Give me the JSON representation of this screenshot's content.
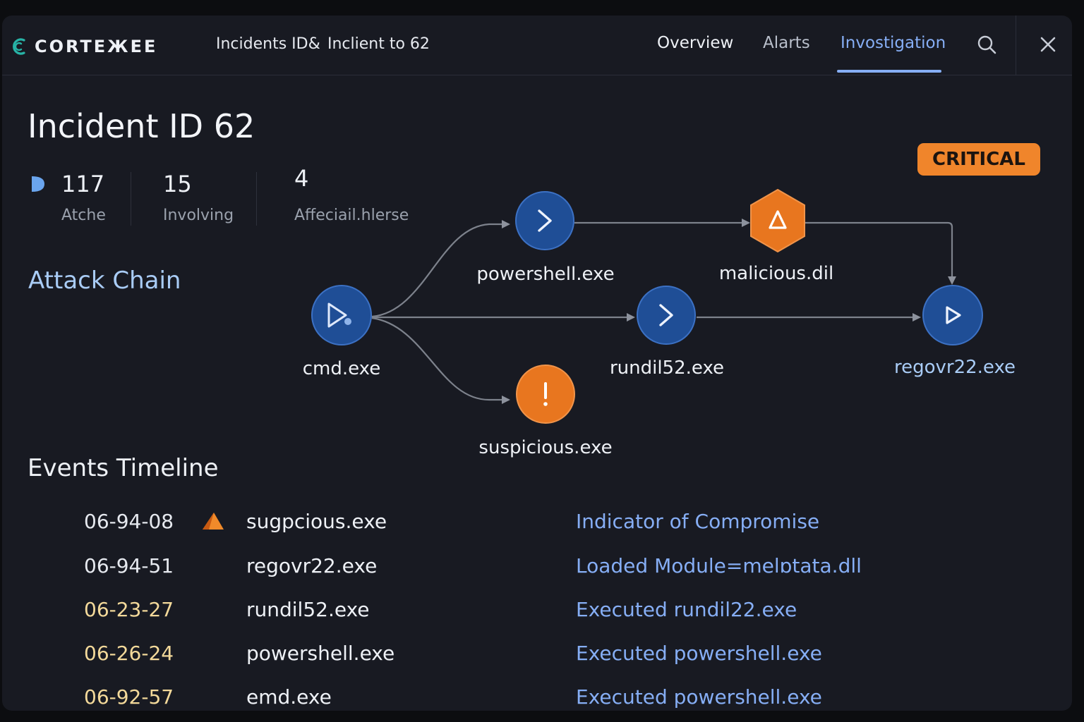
{
  "header": {
    "logo_text": "CORTEЖЕЕ",
    "breadcrumb": [
      "Incidents ID&",
      "Inclient to  62"
    ],
    "tabs": [
      {
        "label": "Overview",
        "state": "normal"
      },
      {
        "label": "Alarts",
        "state": "normal"
      },
      {
        "label": "Invostigation",
        "state": "active"
      }
    ],
    "icons": [
      "search-icon",
      "close-icon"
    ]
  },
  "incident": {
    "title": "Incident ID 62",
    "severity": "CRITICAL",
    "severity_color": "#f0852b",
    "stats": [
      {
        "value": "117",
        "label": "Atche"
      },
      {
        "value": "15",
        "label": "Involving"
      },
      {
        "value": "4",
        "label": "Affeciail.hlerse"
      }
    ]
  },
  "attack_chain": {
    "title": "Attack Chain",
    "nodes": [
      {
        "id": "cmd",
        "label": "cmd.exe",
        "kind": "process",
        "icon": "play-icon",
        "color": "#1f4e96"
      },
      {
        "id": "powershell",
        "label": "powershell.exe",
        "kind": "process",
        "icon": "chevron-right-icon",
        "color": "#1f4e96"
      },
      {
        "id": "malicious",
        "label": "malicious.dil",
        "kind": "threat",
        "icon": "warning-triangle-icon",
        "color": "#e8761f"
      },
      {
        "id": "rundil",
        "label": "rundil52.exe",
        "kind": "process",
        "icon": "chevron-right-icon",
        "color": "#1f4e96"
      },
      {
        "id": "regovr",
        "label": "regovr22.exe",
        "kind": "process",
        "icon": "play-icon",
        "color": "#1f4e96"
      },
      {
        "id": "suspicious",
        "label": "suspicious.exe",
        "kind": "alert",
        "icon": "exclamation-icon",
        "color": "#e8761f"
      }
    ],
    "edges": [
      [
        "cmd",
        "powershell"
      ],
      [
        "cmd",
        "rundil"
      ],
      [
        "cmd",
        "suspicious"
      ],
      [
        "powershell",
        "malicious"
      ],
      [
        "malicious",
        "regovr"
      ],
      [
        "rundil",
        "regovr"
      ]
    ]
  },
  "timeline": {
    "title": "Events Timeline",
    "rows": [
      {
        "time": "06-94-08",
        "process": "sugpcious.exe",
        "description": "Indicator of Compromise",
        "time_color": "#e6e9ef",
        "icon": "warning-icon"
      },
      {
        "time": "06-94-51",
        "process": "regovr22.exe",
        "description": "Loaded Module=melɒtata.dll",
        "time_color": "#e6e9ef",
        "icon": ""
      },
      {
        "time": "06-23-27",
        "process": "rundil52.exe",
        "description": "Executed rundil22.exe",
        "time_color": "#f3d99a",
        "icon": ""
      },
      {
        "time": "06-26-24",
        "process": "powershell.exe",
        "description": "Executed powershell.exe",
        "time_color": "#f3d99a",
        "icon": ""
      },
      {
        "time": "06-92-57",
        "process": "emd.exe",
        "description": "Executed powershell.exe",
        "time_color": "#f3d99a",
        "icon": ""
      }
    ]
  }
}
